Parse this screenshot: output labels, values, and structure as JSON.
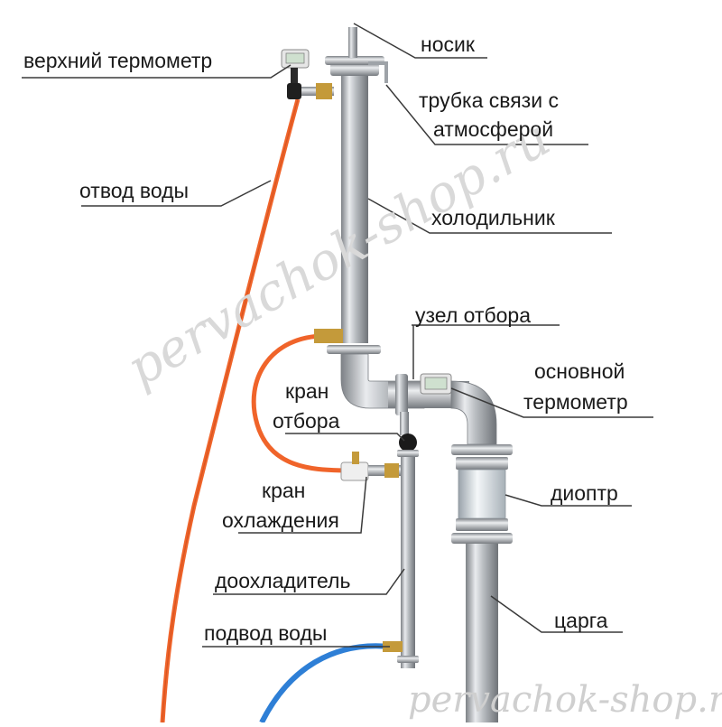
{
  "labels": {
    "top_thermometer": "верхний термометр",
    "nozzle": "носик",
    "vent_tube_1": "трубка связи с",
    "vent_tube_2": "атмосферой",
    "water_out": "отвод воды",
    "cooler": "холодильник",
    "takeoff_unit": "узел отбора",
    "main_thermo_1": "основной",
    "main_thermo_2": "термометр",
    "takeoff_valve_1": "кран",
    "takeoff_valve_2": "отбора",
    "diopter": "диоптр",
    "cooling_valve_1": "кран",
    "cooling_valve_2": "охлаждения",
    "aftercooler": "доохладитель",
    "column": "царга",
    "water_in": "подвод воды"
  },
  "watermarks": {
    "diagonal": "pervachok-shop.ru",
    "bottom": "pervachok-shop.ru"
  },
  "colors": {
    "steel": "#c9ccd0",
    "steel_dark": "#8e9297",
    "hose_out": "#f0642a",
    "hose_in": "#2e7fd6",
    "brass": "#c49a3a",
    "leader": "#3a3a3a",
    "watermark": "#d9d9d9"
  }
}
